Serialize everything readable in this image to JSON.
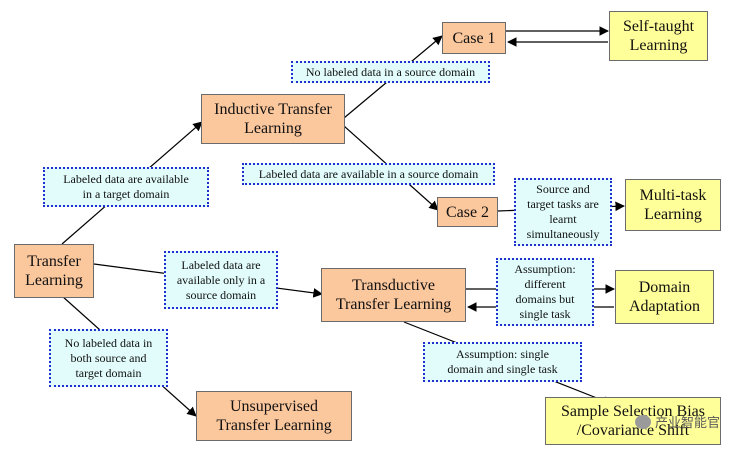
{
  "nodes": {
    "transfer_learning": "Transfer\nLearning",
    "inductive": "Inductive Transfer\nLearning",
    "transductive": "Transductive\nTransfer Learning",
    "unsupervised": "Unsupervised\nTransfer Learning",
    "case1": "Case 1",
    "case2": "Case 2",
    "self_taught": "Self-taught\nLearning",
    "multi_task": "Multi-task\nLearning",
    "domain_adaptation": "Domain\nAdaptation",
    "sample_selection": "Sample Selection Bias\n/Covariance Shift"
  },
  "conditions": {
    "labeled_target": "Labeled data are available\nin a target domain",
    "labeled_source_only": "Labeled data are\navailable only in a\nsource domain",
    "no_labeled_both": "No labeled data in\nboth source and\ntarget domain",
    "no_labeled_source": "No labeled data in a source domain",
    "labeled_source": "Labeled data are available in a source domain",
    "simultaneous": "Source and\ntarget tasks are\nlearnt\nsimultaneously",
    "assumption_different": "Assumption:\ndifferent\ndomains but\nsingle task",
    "assumption_single": "Assumption: single\ndomain and single task"
  },
  "watermark": "产业智能官",
  "colors": {
    "method_fill": "#fbc79d",
    "outcome_fill": "#ffff99",
    "condition_fill": "#e2fcfc",
    "condition_border": "#1f2fd0"
  }
}
